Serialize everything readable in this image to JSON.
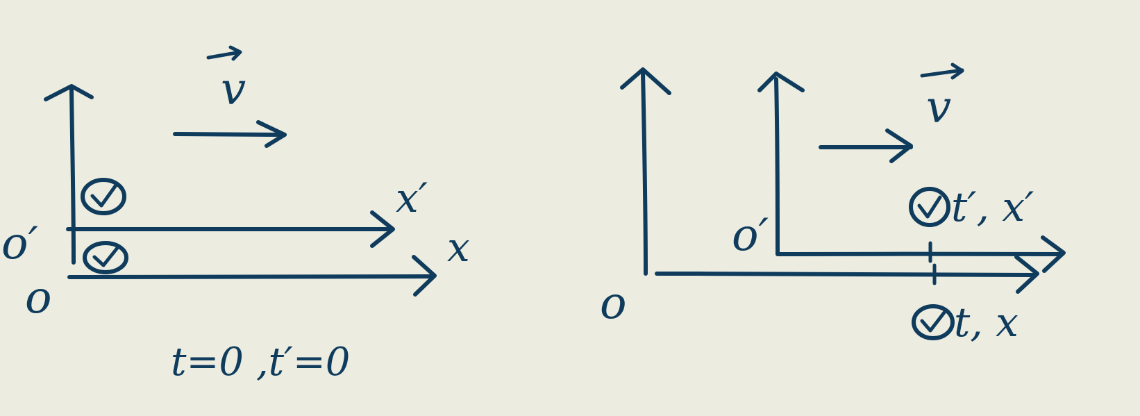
{
  "ink_color": "#0f3b5c",
  "background_color": "#ecece0",
  "left_diagram": {
    "velocity_label": "v",
    "primed_axis_label": "x′",
    "axis_label": "x",
    "primed_origin_label": "o′",
    "origin_label": "o",
    "condition_text": "t=0 ,t′=0"
  },
  "right_diagram": {
    "velocity_label": "v",
    "primed_origin_label": "o′",
    "origin_label": "o",
    "primed_event_label": "t′, x′",
    "event_label": "t, x"
  }
}
